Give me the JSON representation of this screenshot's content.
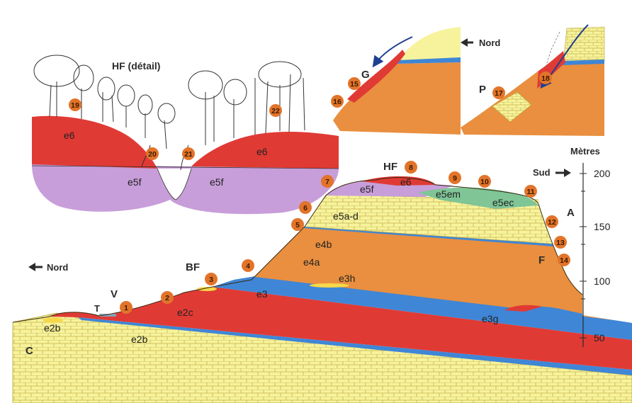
{
  "labels": {
    "detail_title": "HF (détail)",
    "metres": "Mètres",
    "sud": "Sud",
    "nord_left": "Nord",
    "nord_top": "Nord",
    "site_hf": "HF",
    "site_bf": "BF",
    "site_v": "V",
    "site_t": "T",
    "site_c": "C",
    "site_a": "A",
    "site_f": "F",
    "site_g": "G",
    "site_p": "P"
  },
  "layers": {
    "e6_left": "e6",
    "e6_right": "e6",
    "e6_main": "e6",
    "e5f_left": "e5f",
    "e5f_right": "e5f",
    "e5f_main": "e5f",
    "e5em": "e5em",
    "e5ec": "e5ec",
    "e5ad": "e5a-d",
    "e4b": "e4b",
    "e4a": "e4a",
    "e3h": "e3h",
    "e3": "e3",
    "e3g": "e3g",
    "e2c": "e2c",
    "e2b": "e2b",
    "e2b_lower": "e2b"
  },
  "scale": {
    "ticks": [
      "200",
      "150",
      "100",
      "50"
    ]
  },
  "stations": [
    "1",
    "2",
    "3",
    "4",
    "5",
    "6",
    "7",
    "8",
    "9",
    "10",
    "11",
    "12",
    "13",
    "14",
    "15",
    "16",
    "17",
    "18",
    "19",
    "20",
    "21",
    "22"
  ],
  "colors": {
    "red": "#e03a35",
    "orange": "#e98f3f",
    "blue": "#3f86d6",
    "purple": "#c79ed9",
    "green": "#7fc596",
    "yellow": "#f6f39c",
    "badge": "#e2742a"
  }
}
